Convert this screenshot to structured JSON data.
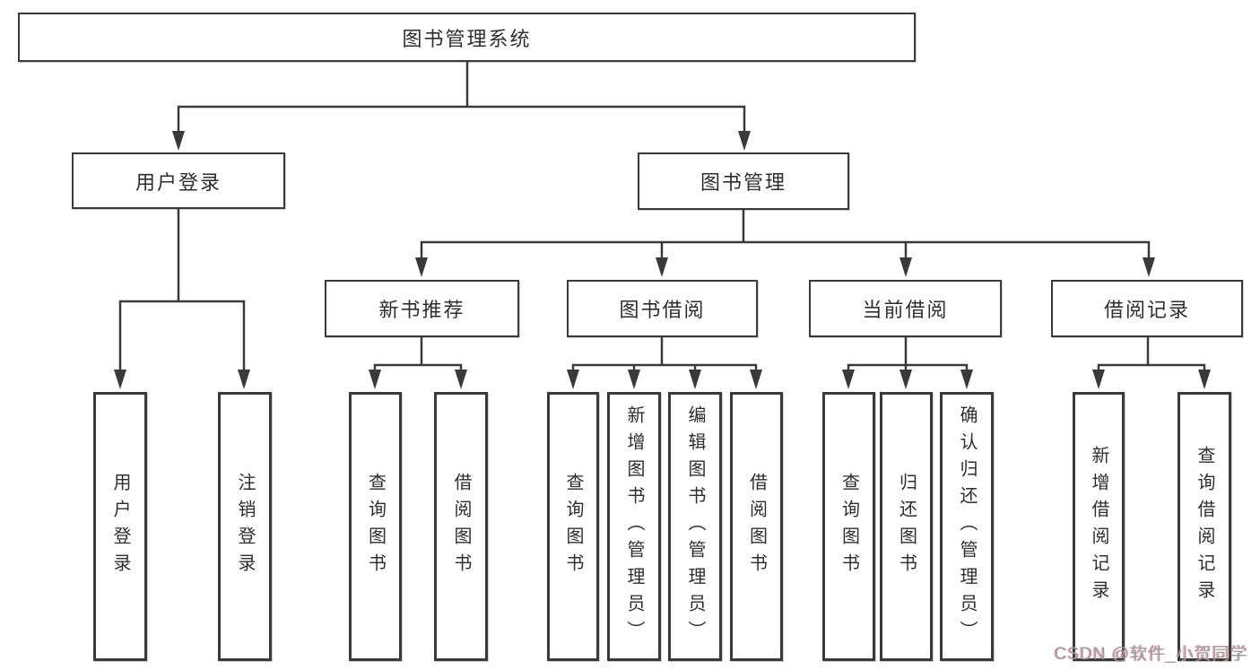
{
  "nodes": {
    "root": "图书管理系统",
    "level2": [
      "用户登录",
      "图书管理"
    ],
    "level3": [
      "新书推荐",
      "图书借阅",
      "当前借阅",
      "借阅记录"
    ],
    "leaves": {
      "login": [
        "用户登录",
        "注销登录"
      ],
      "recommend": [
        "查询图书",
        "借阅图书"
      ],
      "borrow": [
        "查询图书",
        "新增图书（管理员）",
        "编辑图书（管理员）",
        "借阅图书"
      ],
      "current": [
        "查询图书",
        "归还图书",
        "确认归还（管理员）"
      ],
      "records": [
        "新增借阅记录",
        "查询借阅记录"
      ]
    }
  },
  "watermark": "CSDN @软件_小贺同学",
  "colors": {
    "line": "#3a3a3a",
    "text": "#2e2e2e",
    "watermark": "#9c9ca4"
  }
}
